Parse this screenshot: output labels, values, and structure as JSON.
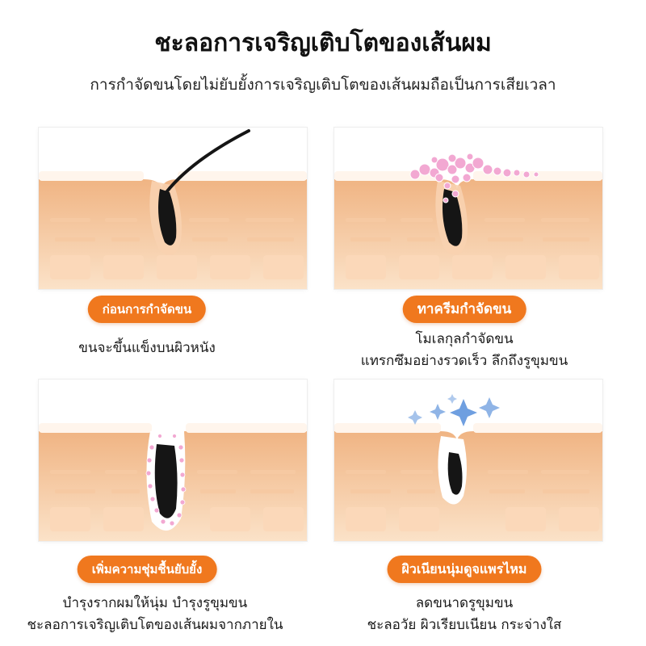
{
  "header": {
    "title": "ชะลอการเจริญเติบโตของเส้นผม",
    "subtitle": "การกำจัดขนโดยไม่ยับยั้งการเจริญเติบโตของเส้นผมถือเป็นการเสียเวลา"
  },
  "colors": {
    "accent": "#f0781e",
    "skin_top": "#f3c49a",
    "skin_cells": "#fce0c4",
    "hair": "#151515",
    "cream": "#f2a8d2",
    "sparkle": "#8fb4e6"
  },
  "steps": [
    {
      "label": "ก่อนการกำจัดขน",
      "lines": [
        "ขนจะขึ้นแข็งบนผิวหนัง"
      ],
      "icon": "hair-follicle-icon"
    },
    {
      "label": "ทาครีมกำจัดขน",
      "lines": [
        "โมเลกุลกำจัดขน",
        "แทรกซึมอย่างรวดเร็ว ลึกถึงรูขุมขน"
      ],
      "icon": "cream-bubbles-icon"
    },
    {
      "label": "เพิ่มความชุ่มชื้นยับยั้ง",
      "lines": [
        "บำรุงรากผมให้นุ่ม บำรุงรูขุมขน",
        "ชะลอการเจริญเติบโตของเส้นผมจากภายใน"
      ],
      "icon": "moisture-bubbles-icon"
    },
    {
      "label": "ผิวเนียนนุ่มดูจแพรไหม",
      "lines": [
        "ลดขนาดรูขุมขน",
        "ชะลอวัย ผิวเรียบเนียน กระจ่างใส"
      ],
      "icon": "sparkle-icon"
    }
  ]
}
